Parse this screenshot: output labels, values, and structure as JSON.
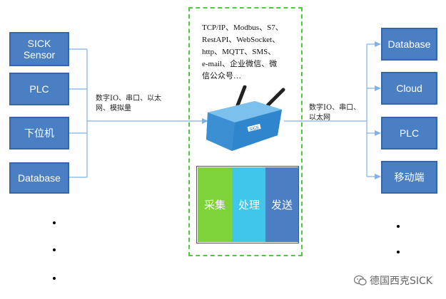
{
  "left_sources": [
    "SICK\nSensor",
    "PLC",
    "下位机",
    "Database"
  ],
  "right_targets": [
    "Database",
    "Cloud",
    "PLC",
    "移动端"
  ],
  "left_link_label": "数字IO、串口、以太\n网、模拟量",
  "right_link_label": "数字IO、串口、\n以太网",
  "protocols_text": "TCP/IP、Modbus、S7、\nRestAPI、WebSocket、\nhttp、MQTT、SMS、\ne-mail、企业微信、微\n信公众号…",
  "device_brand": "SICK",
  "stages": [
    {
      "label": "采集",
      "color": "#7ed23a"
    },
    {
      "label": "处理",
      "color": "#3fc6e8"
    },
    {
      "label": "发送",
      "color": "#4a7fc4"
    }
  ],
  "colors": {
    "box_fill": "#4a7fc4",
    "frame_border": "#4fca3e",
    "wire": "#7fb2e8"
  },
  "watermark_text": "德国西克SICK",
  "watermark_icon": "wechat-icon"
}
